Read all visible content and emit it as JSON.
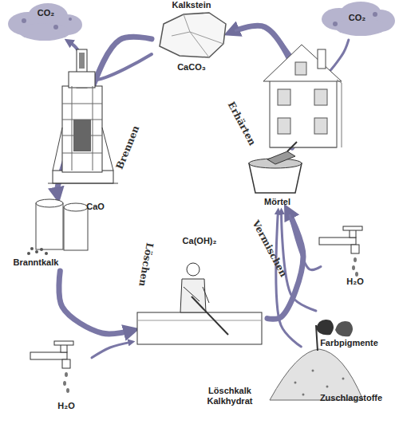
{
  "diagram": {
    "nodes": [
      {
        "text": [
          "Kalkstein",
          "CaCO₃"
        ]
      },
      {
        "text": [
          "CO₂"
        ]
      },
      {
        "text": [
          "CO₂"
        ]
      },
      {
        "text": [
          "Mörtel"
        ]
      },
      {
        "text": [
          "H₂O"
        ]
      },
      {
        "text": [
          "Farbpigmente"
        ]
      },
      {
        "text": [
          "Zuschlagstoffe"
        ]
      },
      {
        "text": [
          "Ca(OH)₂",
          "Löschkalk Kalkhydrat"
        ]
      },
      {
        "text": [
          "H₂O"
        ]
      },
      {
        "text": [
          "CaO",
          "Branntkalk"
        ]
      }
    ],
    "edges": [
      {
        "from": 0,
        "to": 9,
        "arrow": "to"
      },
      {
        "from": 0,
        "to": 1,
        "arrow": "to"
      },
      {
        "from": 9,
        "to": 7,
        "arrow": "to"
      },
      {
        "from": 8,
        "to": 7,
        "arrow": "to"
      },
      {
        "from": 7,
        "to": 3,
        "arrow": "to"
      },
      {
        "from": 4,
        "to": 3,
        "arrow": "to"
      },
      {
        "from": 5,
        "to": 3,
        "arrow": "to"
      },
      {
        "from": 6,
        "to": 3,
        "arrow": "to"
      },
      {
        "from": 3,
        "to": 0,
        "arrow": "to"
      },
      {
        "from": 2,
        "to": 0,
        "arrow": "to"
      }
    ],
    "labels": [
      "Brennen",
      "Erhärten",
      "Löschen",
      "Vermischen"
    ]
  }
}
